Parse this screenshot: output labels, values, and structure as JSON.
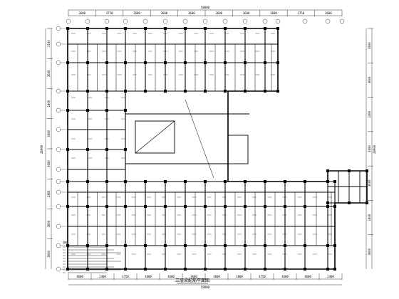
{
  "drawing": {
    "title": "三层梁配筋平面图",
    "notes_heading": "说明"
  },
  "top_dims": {
    "overall": "58800",
    "segments": [
      "3600",
      "3750",
      "2600",
      "3600",
      "3600",
      "3600",
      "3600",
      "3600",
      "3750",
      "3600"
    ]
  },
  "bottom_dims": {
    "overall": "58800",
    "segments": [
      "3600",
      "2400",
      "3750",
      "3600",
      "3600",
      "3600",
      "3600",
      "2600",
      "3750",
      "3600",
      "3600",
      "2400"
    ]
  },
  "left_dims": {
    "overall": "24900",
    "segments": [
      "2100",
      "3600",
      "2400",
      "3600",
      "3600",
      "2400",
      "3600",
      "3600"
    ]
  },
  "right_dims": {
    "overall": "24900",
    "segments": [
      "3600",
      "3600",
      "2400",
      "3600",
      "3600",
      "2400",
      "3600"
    ]
  },
  "colors": {
    "ink": "#000000",
    "paper": "#ffffff"
  }
}
